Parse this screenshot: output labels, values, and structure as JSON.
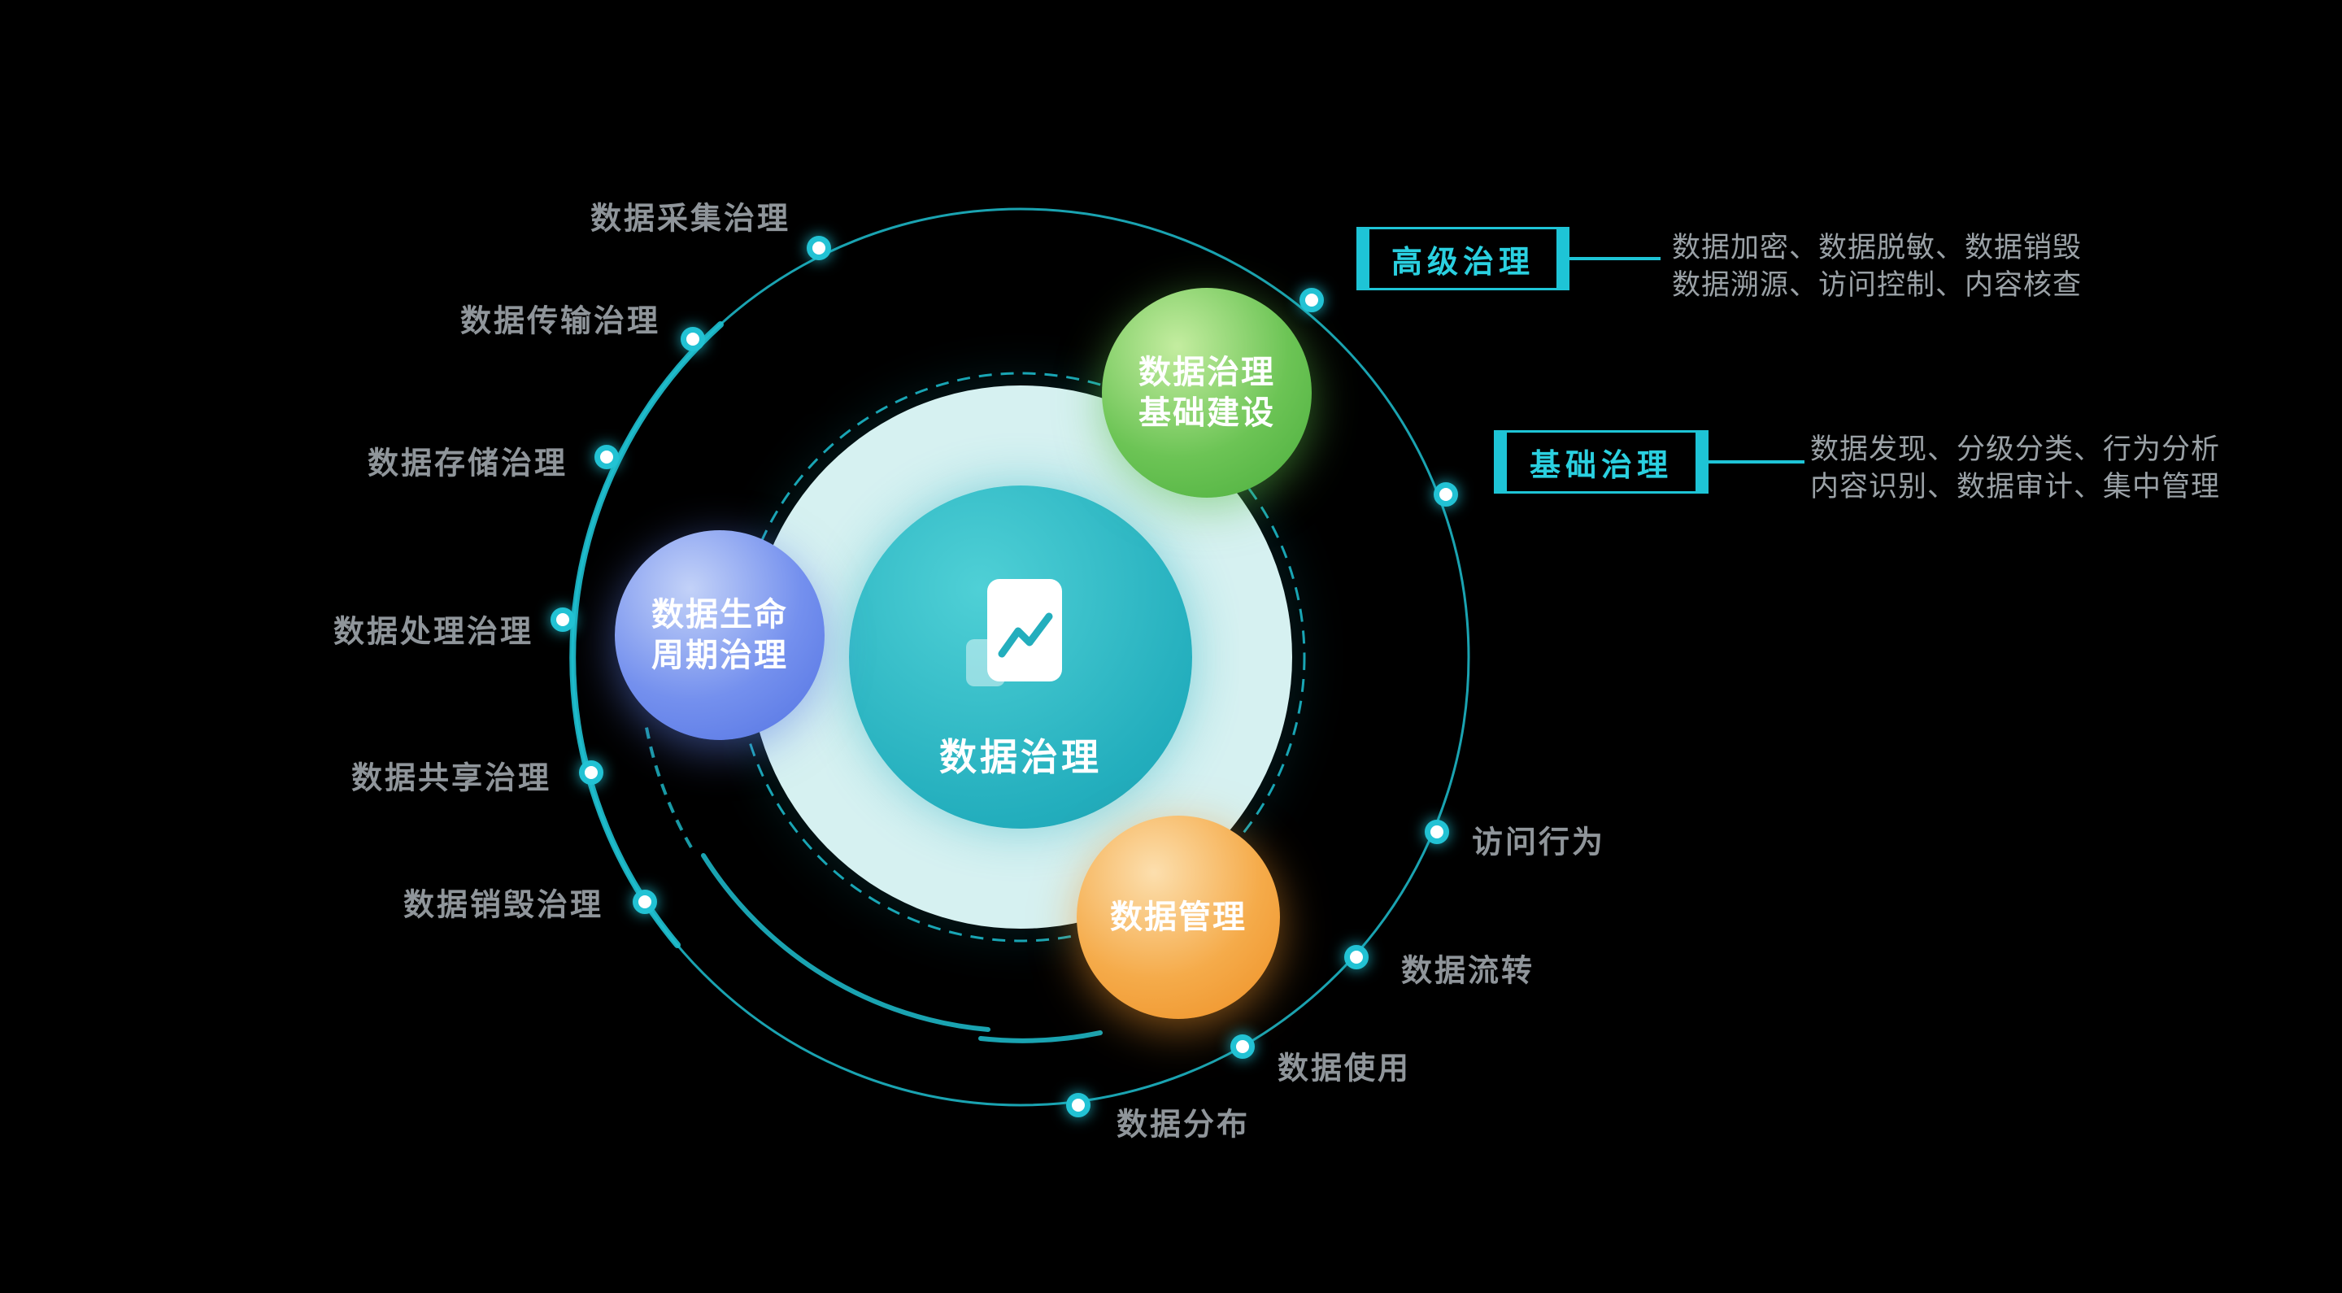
{
  "center": {
    "icon": "chart-document-icon",
    "title": "数据治理"
  },
  "bubbles": {
    "foundation": {
      "line1": "数据治理",
      "line2": "基础建设"
    },
    "lifecycle": {
      "line1": "数据生命",
      "line2": "周期治理"
    },
    "management": {
      "line1": "数据管理"
    }
  },
  "labels": {
    "left": [
      "数据采集治理",
      "数据传输治理",
      "数据存储治理",
      "数据处理治理",
      "数据共享治理",
      "数据销毁治理"
    ],
    "right": [
      "访问行为",
      "数据流转",
      "数据使用",
      "数据分布"
    ]
  },
  "callouts": {
    "advanced": {
      "title": "高级治理",
      "line1": "数据加密、数据脱敏、数据销毁",
      "line2": "数据溯源、访问控制、内容核查"
    },
    "basic": {
      "title": "基础治理",
      "line1": "数据发现、分级分类、行为分析",
      "line2": "内容识别、数据审计、集中管理"
    }
  },
  "colors": {
    "background": "#000000",
    "accent_teal": "#1fc0d0",
    "pale_circle": "#d6f1f1",
    "bubble_green": "#4aad3c",
    "bubble_blue": "#5272e2",
    "bubble_orange": "#ee8f24",
    "label_gray": "#8f959a",
    "desc_gray": "#9aa1a6"
  }
}
